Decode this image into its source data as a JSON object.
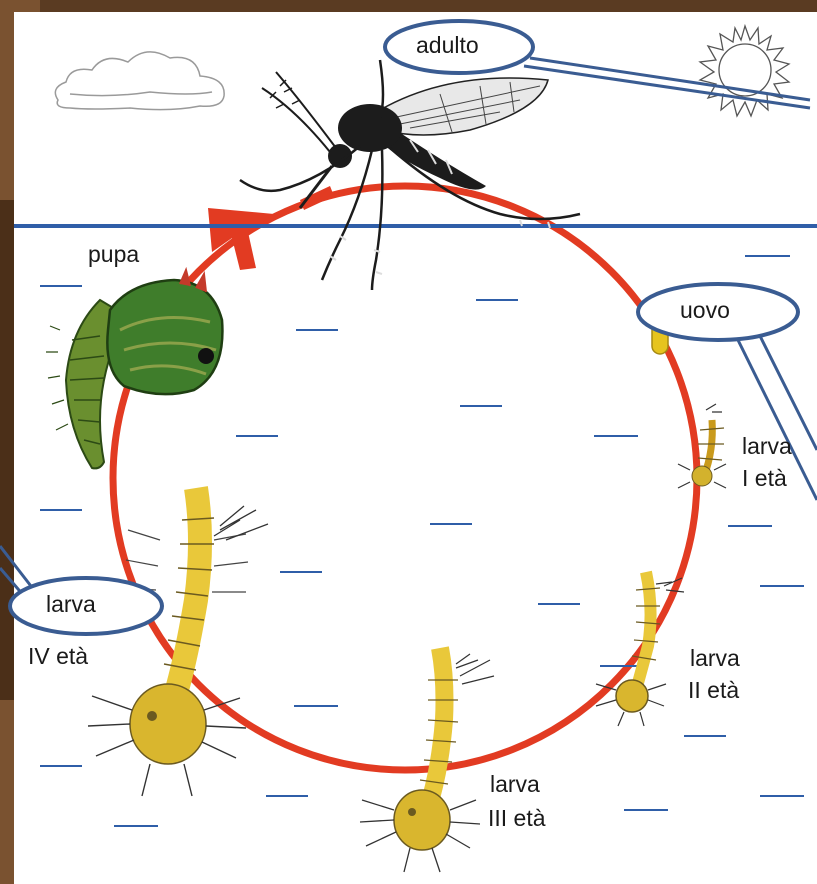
{
  "diagram": {
    "callouts": {
      "adult": "adulto",
      "egg": "uovo",
      "larva_iv": "larva"
    },
    "stages": {
      "pupa": "pupa",
      "larva_1_word": "larva",
      "larva_1_age": "I età",
      "larva_2_word": "larva",
      "larva_2_age": "II età",
      "larva_3_word": "larva",
      "larva_3_age": "III età",
      "larva_4_age": "IV età"
    },
    "colors": {
      "cycle_ring": "#e23b22",
      "waterline": "#2f5ea8",
      "callout_border": "#3a5c92",
      "larva_yellow": "#e9c83a",
      "pupa_green": "#3f7d2b",
      "photo_frame": "#5a3b22"
    },
    "icons": [
      "cloud-icon",
      "sun-icon",
      "mosquito-icon",
      "pupa-icon",
      "egg-icon",
      "larva-icon"
    ]
  }
}
